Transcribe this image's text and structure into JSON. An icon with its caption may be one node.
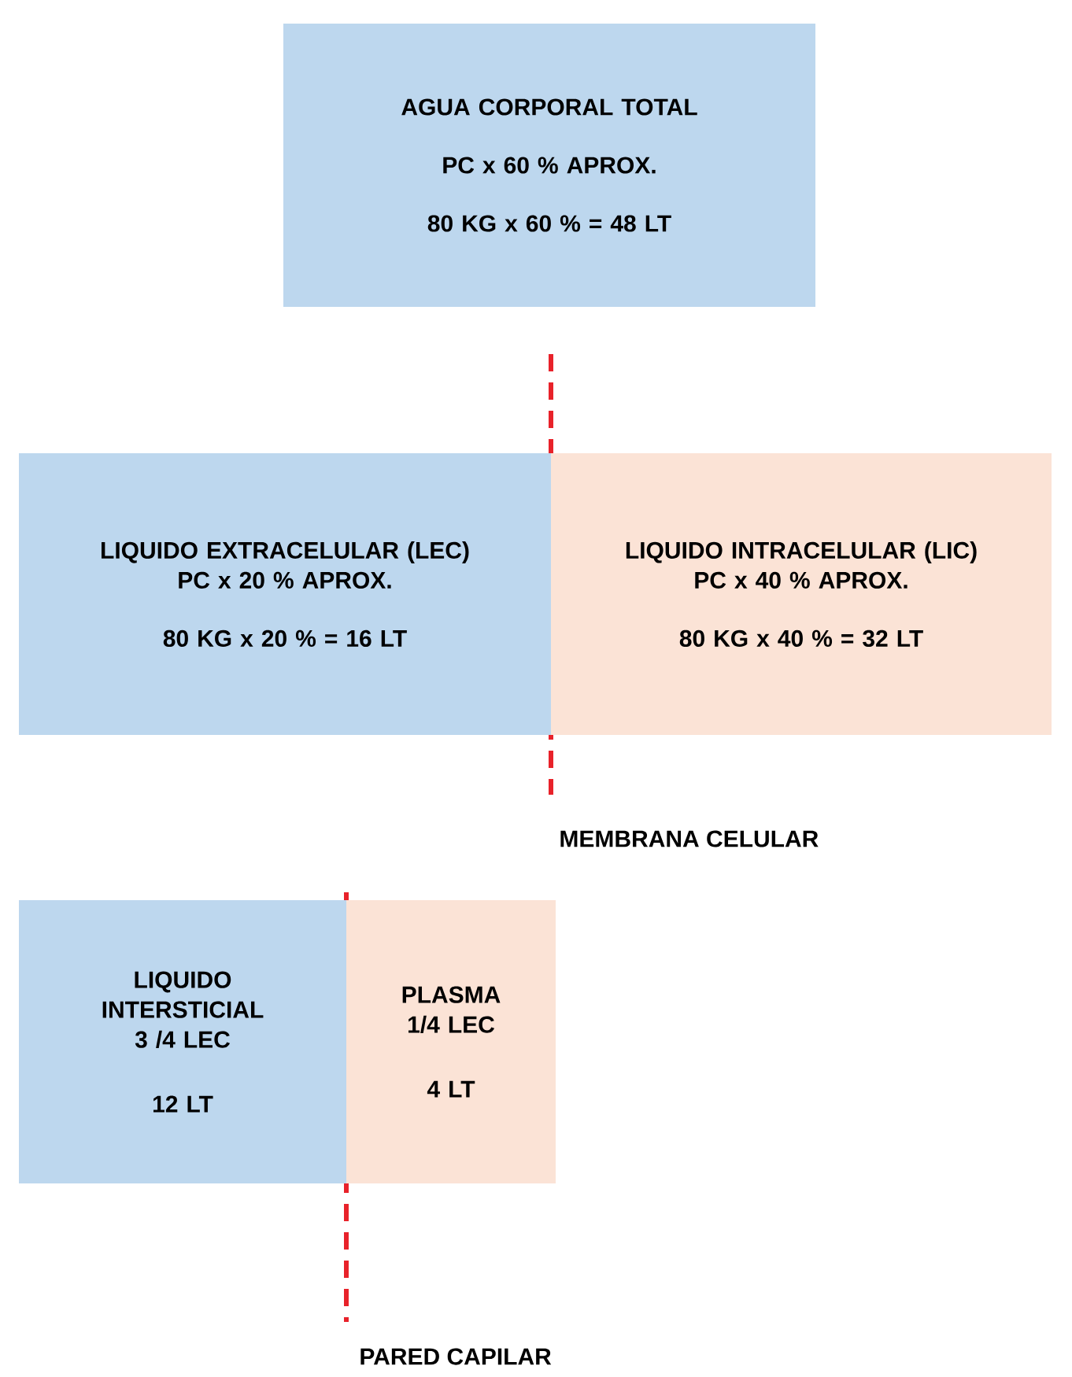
{
  "diagram": {
    "nodes": [
      {
        "text": [
          "AGUA CORPORAL TOTAL",
          "PC x 60 % APROX.",
          "80 KG x 60 % = 48 LT"
        ]
      },
      {
        "text": [
          "LIQUIDO EXTRACELULAR (LEC)",
          "PC x 20 % APROX.",
          "80 KG x 20 % = 16 LT"
        ]
      },
      {
        "text": [
          "LIQUIDO INTRACELULAR (LIC)",
          "PC x 40 % APROX.",
          "80 KG x 40 % = 32 LT"
        ]
      },
      {
        "text": [
          "LIQUIDO INTERSTICIAL",
          "3 /4 LEC",
          "12 LT"
        ]
      },
      {
        "text": [
          "PLASMA",
          "1/4 LEC",
          "4 LT"
        ]
      }
    ],
    "labels": [
      "MEMBRANA CELULAR",
      "PARED CAPILAR"
    ]
  }
}
